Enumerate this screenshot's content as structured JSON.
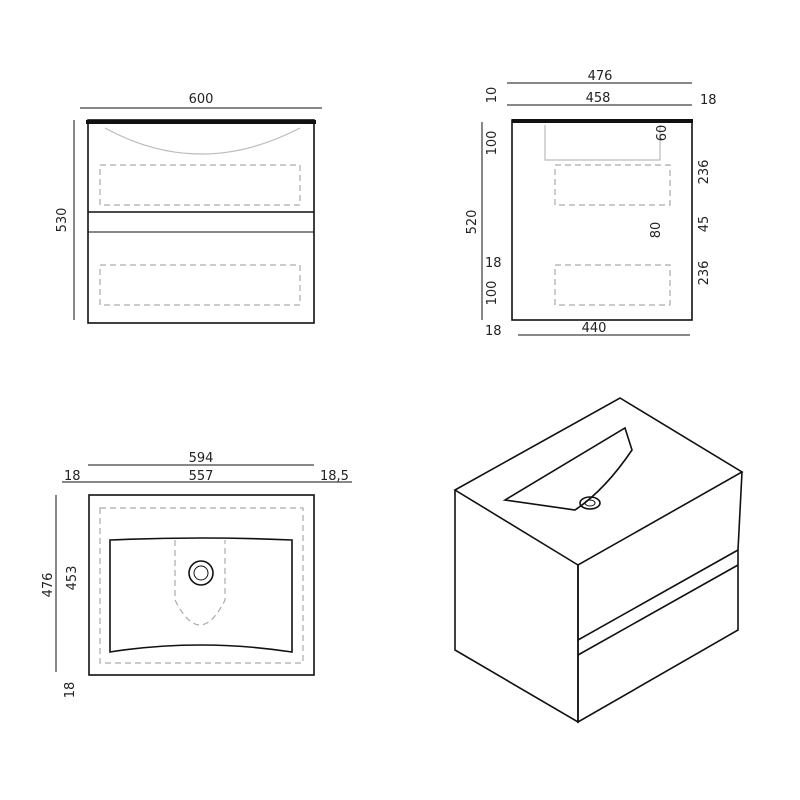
{
  "front_view": {
    "width": "600",
    "height": "530"
  },
  "side_view": {
    "depth_total": "476",
    "depth_inner": "458",
    "top_thickness": "10",
    "back_gap": "18",
    "top_offset": "100",
    "basin_depth": "60",
    "drawer_upper": "236",
    "overall_height": "520",
    "handle": "80",
    "gap": "45",
    "drawer_lower": "236",
    "foot_gap": "18",
    "foot_height": "100",
    "bottom_gap": "18",
    "depth_bottom": "440"
  },
  "top_view": {
    "width_total": "594",
    "width_inner": "557",
    "left_gap": "18",
    "right_gap": "18,5",
    "depth_total": "476",
    "depth_inner": "453",
    "front_gap": "18"
  }
}
